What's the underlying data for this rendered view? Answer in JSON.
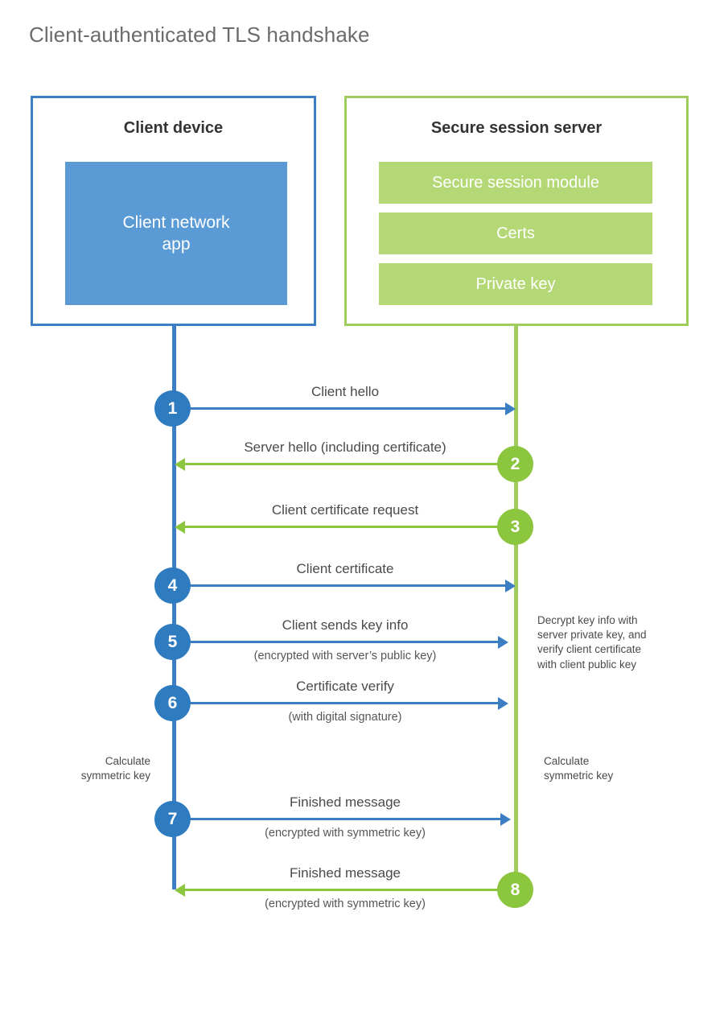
{
  "title": "Client-authenticated TLS handshake",
  "colors": {
    "client_blue": "#3c7ec4",
    "client_app_fill": "#5b9bd5",
    "client_circle": "#2e7cbf",
    "server_green_border": "#9fcc5c",
    "server_bar_fill": "#b5d877",
    "server_arrow_green": "#8cc63f",
    "text": "#4a4a4a",
    "title_text": "#6b6b6b",
    "background": "#ffffff"
  },
  "client": {
    "title": "Client device",
    "app_label": "Client network\napp"
  },
  "server": {
    "title": "Secure session server",
    "bars": [
      {
        "label": "Secure session module"
      },
      {
        "label": "Certs"
      },
      {
        "label": "Private key"
      }
    ]
  },
  "steps": [
    {
      "number": "1",
      "label": "Client hello",
      "sublabel": "",
      "direction": "client-to-server",
      "color": "blue"
    },
    {
      "number": "2",
      "label": "Server hello (including certificate)",
      "sublabel": "",
      "direction": "server-to-client",
      "color": "green"
    },
    {
      "number": "3",
      "label": "Client certificate request",
      "sublabel": "",
      "direction": "server-to-client",
      "color": "green"
    },
    {
      "number": "4",
      "label": "Client certificate",
      "sublabel": "",
      "direction": "client-to-server",
      "color": "blue"
    },
    {
      "number": "5",
      "label": "Client sends key info",
      "sublabel": "(encrypted with server’s public key)",
      "direction": "client-to-server",
      "color": "blue"
    },
    {
      "number": "6",
      "label": "Certificate verify",
      "sublabel": "(with digital signature)",
      "direction": "client-to-server",
      "color": "blue"
    },
    {
      "number": "7",
      "label": "Finished message",
      "sublabel": "(encrypted with symmetric key)",
      "direction": "client-to-server",
      "color": "blue"
    },
    {
      "number": "8",
      "label": "Finished message",
      "sublabel": "(encrypted with symmetric key)",
      "direction": "server-to-client",
      "color": "green"
    }
  ],
  "notes": {
    "server_decrypt": "Decrypt key info with\nserver private key, and\nverify client certificate\nwith client public key",
    "client_calculate": "Calculate\nsymmetric key",
    "server_calculate": "Calculate\nsymmetric key"
  }
}
